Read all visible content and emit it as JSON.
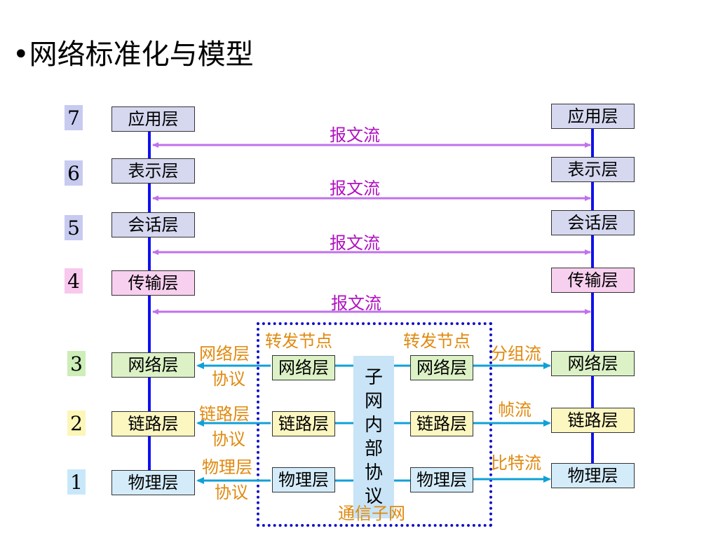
{
  "title": "•网络标准化与模型",
  "layer_numbers": [
    "7",
    "6",
    "5",
    "4",
    "3",
    "2",
    "1"
  ],
  "left_stack": [
    "应用层",
    "表示层",
    "会话层",
    "传输层",
    "网络层",
    "链路层",
    "物理层"
  ],
  "right_stack": [
    "应用层",
    "表示层",
    "会话层",
    "传输层",
    "网络层",
    "链路层",
    "物理层"
  ],
  "message_flows": [
    "报文流",
    "报文流",
    "报文流",
    "报文流"
  ],
  "relay_node_label_left": "转发节点",
  "relay_node_label_right": "转发节点",
  "relay_left": [
    "网络层",
    "链路层",
    "物理层"
  ],
  "relay_right": [
    "网络层",
    "链路层",
    "物理层"
  ],
  "subnet_protocol": [
    "子",
    "网",
    "内",
    "部",
    "协",
    "议"
  ],
  "subnet_caption": "通信子网",
  "protocols": [
    {
      "line1": "网络层",
      "line2": "协议"
    },
    {
      "line1": "链路层",
      "line2": "协议"
    },
    {
      "line1": "物理层",
      "line2": "协议"
    }
  ],
  "flows_right": [
    "分组流",
    "帧流",
    "比特流"
  ],
  "colors": {
    "stack_vertical": "#1010ee",
    "message_arrow": "#c070ee",
    "protocol_arrow": "#10a0d8",
    "upper_box": "#d6d8f0",
    "transport_box": "#f8d0ef",
    "network_box": "#dcf2c6",
    "link_box": "#fcf6c0",
    "physical_box": "#d4ecfa",
    "num_7_6_5": "#c8cbf0",
    "num_4": "#f8c8ee",
    "num_3": "#cdeeb8",
    "num_2": "#fcf6b8",
    "num_1": "#c8e8fa",
    "purple_text": "#b010c0",
    "orange_text": "#e08a10",
    "dotted_border": "#1010cc"
  }
}
